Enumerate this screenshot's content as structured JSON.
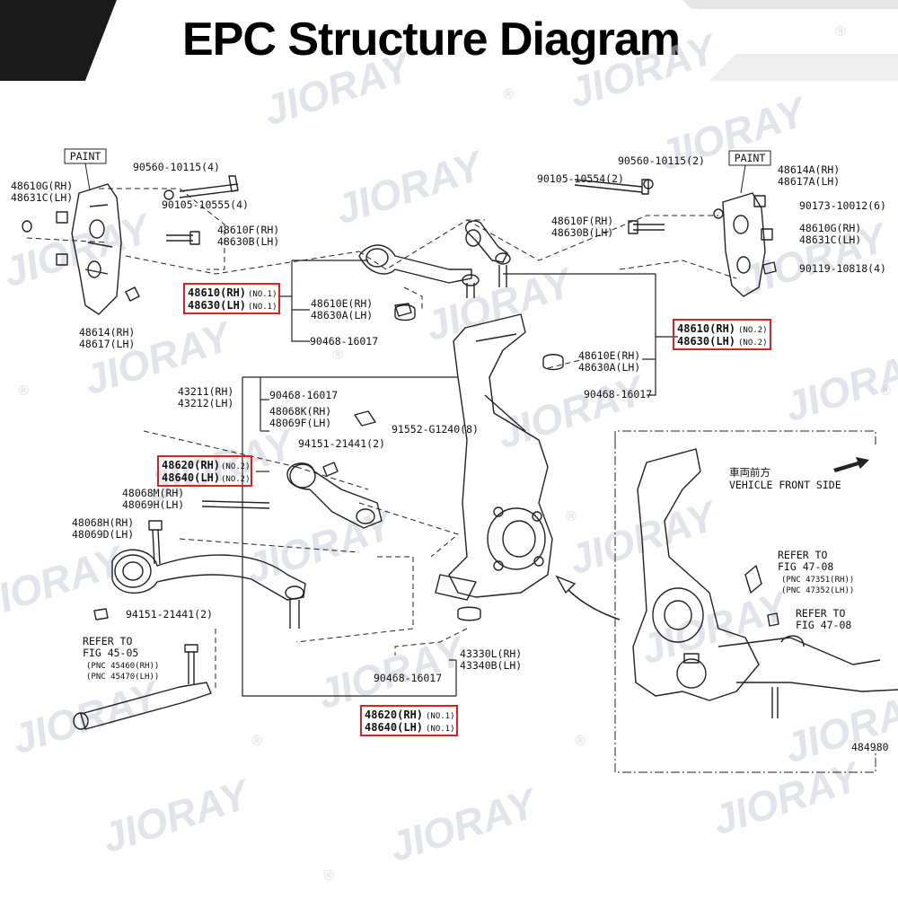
{
  "title": "EPC Structure Diagram",
  "watermark": "JIORAY",
  "watermark_mark": "®",
  "colors": {
    "highlight": "#e02020",
    "banner_dark": "#1a1a1a",
    "banner_grey": "#d8d8d8"
  },
  "paint_left": "PAINT",
  "paint_right": "PAINT",
  "labels": {
    "l_48610g_rh": "48610G(RH)",
    "l_48631c_lh": "48631C(LH)",
    "l_90560_left": "90560-10115(4)",
    "l_90105_left": "90105-10555(4)",
    "l_48610f_rh_left": "48610F(RH)",
    "l_48630b_lh_left": "48630B(LH)",
    "l_48614_rh_left": "48614(RH)",
    "l_48617_lh_left": "48617(LH)",
    "l_48610e_rh_1": "48610E(RH)",
    "l_48630a_lh_1": "48630A(LH)",
    "l_90468_1": "90468-16017",
    "l_43211": "43211(RH)",
    "l_43212": "43212(LH)",
    "l_90468_2": "90468-16017",
    "l_48068k": "48068K(RH)",
    "l_48069f": "48069F(LH)",
    "l_91552": "91552-G1240(8)",
    "l_94151_2": "94151-21441(2)",
    "l_48068m": "48068M(RH)",
    "l_48069h": "48069H(LH)",
    "l_48068h": "48068H(RH)",
    "l_48069d": "48069D(LH)",
    "l_94151_2b": "94151-21441(2)",
    "l_refer_45": "REFER TO",
    "l_fig_45": "FIG 45-05",
    "l_pnc_45460": "(PNC 45460(RH))",
    "l_pnc_45470": "(PNC 45470(LH))",
    "l_90468_3": "90468-16017",
    "l_43330l": "43330L(RH)",
    "l_43340b": "43340B(LH)",
    "l_90560_right": "90560-10115(2)",
    "l_90105_right": "90105-10554(2)",
    "l_48610f_rh_right": "48610F(RH)",
    "l_48630b_lh_right": "48630B(LH)",
    "l_48614a": "48614A(RH)",
    "l_48617a": "48617A(LH)",
    "l_90173": "90173-10012(6)",
    "l_48610g_rh_right": "48610G(RH)",
    "l_48631c_lh_right": "48631C(LH)",
    "l_90119": "90119-10818(4)",
    "l_48610e_rh_2": "48610E(RH)",
    "l_48630a_lh_2": "48630A(LH)",
    "l_90468_4": "90468-16017",
    "l_vehicle_cn": "車両前方",
    "l_vehicle_front": "VEHICLE FRONT SIDE",
    "l_refer_47a": "REFER TO",
    "l_fig_47a": "FIG 47-08",
    "l_pnc_47351": "(PNC 47351(RH))",
    "l_pnc_47352": "(PNC 47352(LH))",
    "l_refer_47b": "REFER TO",
    "l_fig_47b": "FIG 47-08",
    "l_diagram_no": "484980"
  },
  "highlighted": {
    "h1_rh": "48610(RH)",
    "h1_lh": "48630(LH)",
    "h1_no": "(NO.1)",
    "h2_rh": "48610(RH)",
    "h2_lh": "48630(LH)",
    "h2_no": "(NO.2)",
    "h3_rh": "48620(RH)",
    "h3_lh": "48640(LH)",
    "h3_no": "(NO.2)",
    "h4_rh": "48620(RH)",
    "h4_lh": "48640(LH)",
    "h4_no": "(NO.1)"
  }
}
